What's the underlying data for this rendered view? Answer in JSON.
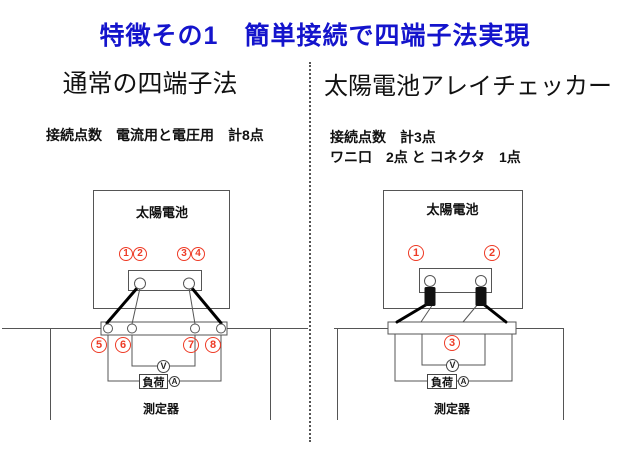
{
  "palette": {
    "title_blue": "#1414cc",
    "terminal_red": "#ee3b26",
    "line_gray": "#555555",
    "clip_black": "#111111"
  },
  "title": "特徴その1　簡単接続で四端子法実現",
  "left": {
    "header": "通常の四端子法",
    "note": "接続点数　電流用と電圧用　計8点",
    "solar_label": "太陽電池",
    "top_terminals": [
      "1",
      "2",
      "3",
      "4"
    ],
    "bottom_terminals": [
      "5",
      "6",
      "7",
      "8"
    ],
    "voltmeter": "V",
    "ammeter": "A",
    "load_label": "負荷",
    "meter_label": "測定器"
  },
  "right": {
    "header": "太陽電池アレイチェッカー",
    "note1": "接続点数　計3点",
    "note2": "ワニ口　2点 と コネクタ　1点",
    "solar_label": "太陽電池",
    "top_terminals": [
      "1",
      "2"
    ],
    "connector_terminal": "3",
    "voltmeter": "V",
    "ammeter": "A",
    "load_label": "負荷",
    "meter_label": "測定器"
  }
}
